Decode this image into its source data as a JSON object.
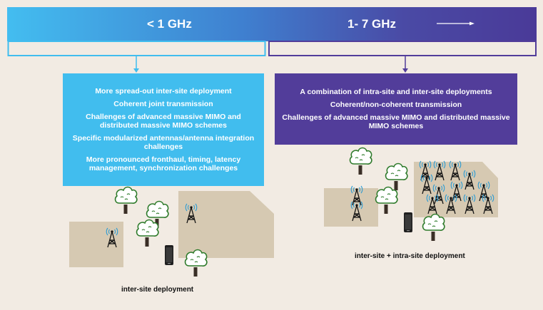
{
  "banner": {
    "left_label": "< 1 GHz",
    "right_label": "1- 7 GHz"
  },
  "left_panel": {
    "items": [
      "More spread-out inter-site deployment",
      "Coherent joint transmission",
      "Challenges of advanced massive MIMO and distributed massive MIMO schemes",
      "Specific modularized antennas/antenna integration challenges",
      "More pronounced fronthaul, timing, latency management, synchronization challenges"
    ],
    "caption": "inter-site deployment"
  },
  "right_panel": {
    "items": [
      "A combination of intra-site and inter-site deployments",
      "Coherent/non-coherent transmission",
      "Challenges of advanced massive MIMO and distributed massive MIMO schemes"
    ],
    "caption": "inter-site + intra-site deployment"
  },
  "colors": {
    "left_accent": "#41bdee",
    "right_accent": "#523d9a",
    "background": "#f2ebe3",
    "ground_patch": "#d6c9b2"
  },
  "icons": [
    "tree-icon",
    "antenna-tower-icon",
    "smartphone-icon",
    "arrow-right-icon"
  ]
}
